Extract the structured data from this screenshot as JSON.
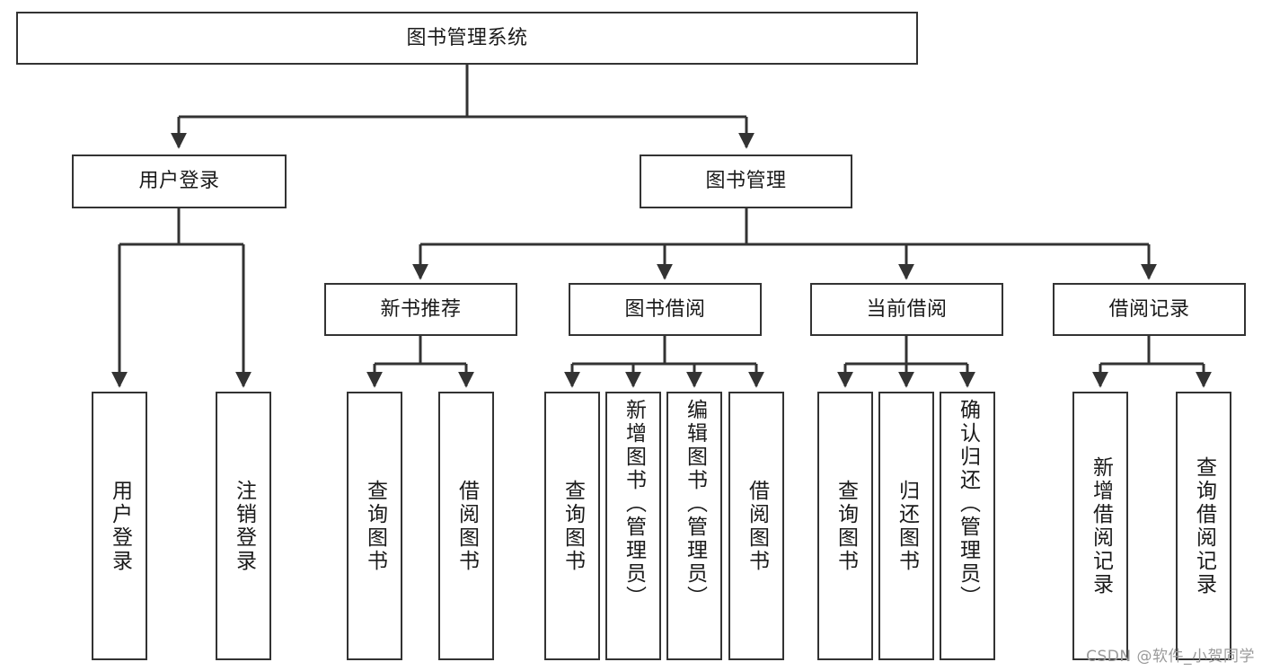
{
  "diagram": {
    "title": "图书管理系统",
    "type": "tree-hierarchy-chart",
    "background_color": "#ffffff",
    "line_color": "#333333",
    "box_border_color": "#333333",
    "box_fill_color": "#ffffff"
  },
  "root": {
    "label": "图书管理系统"
  },
  "level2": [
    {
      "label": "用户登录"
    },
    {
      "label": "图书管理"
    }
  ],
  "level3": [
    {
      "label": "新书推荐"
    },
    {
      "label": "图书借阅"
    },
    {
      "label": "当前借阅"
    },
    {
      "label": "借阅记录"
    }
  ],
  "leaves": {
    "user_login": [
      {
        "label": "用户登录"
      },
      {
        "label": "注销登录"
      }
    ],
    "new_book_recommend": [
      {
        "label": "查询图书"
      },
      {
        "label": "借阅图书"
      }
    ],
    "book_borrow": [
      {
        "label": "查询图书"
      },
      {
        "label": "新增图书（管理员）"
      },
      {
        "label": "编辑图书（管理员）"
      },
      {
        "label": "借阅图书"
      }
    ],
    "current_borrow": [
      {
        "label": "查询图书"
      },
      {
        "label": "归还图书"
      },
      {
        "label": "确认归还（管理员）"
      }
    ],
    "borrow_record": [
      {
        "label": "新增借阅记录"
      },
      {
        "label": "查询借阅记录"
      }
    ]
  },
  "watermark": {
    "text": "CSDN @软件_小贺同学"
  }
}
